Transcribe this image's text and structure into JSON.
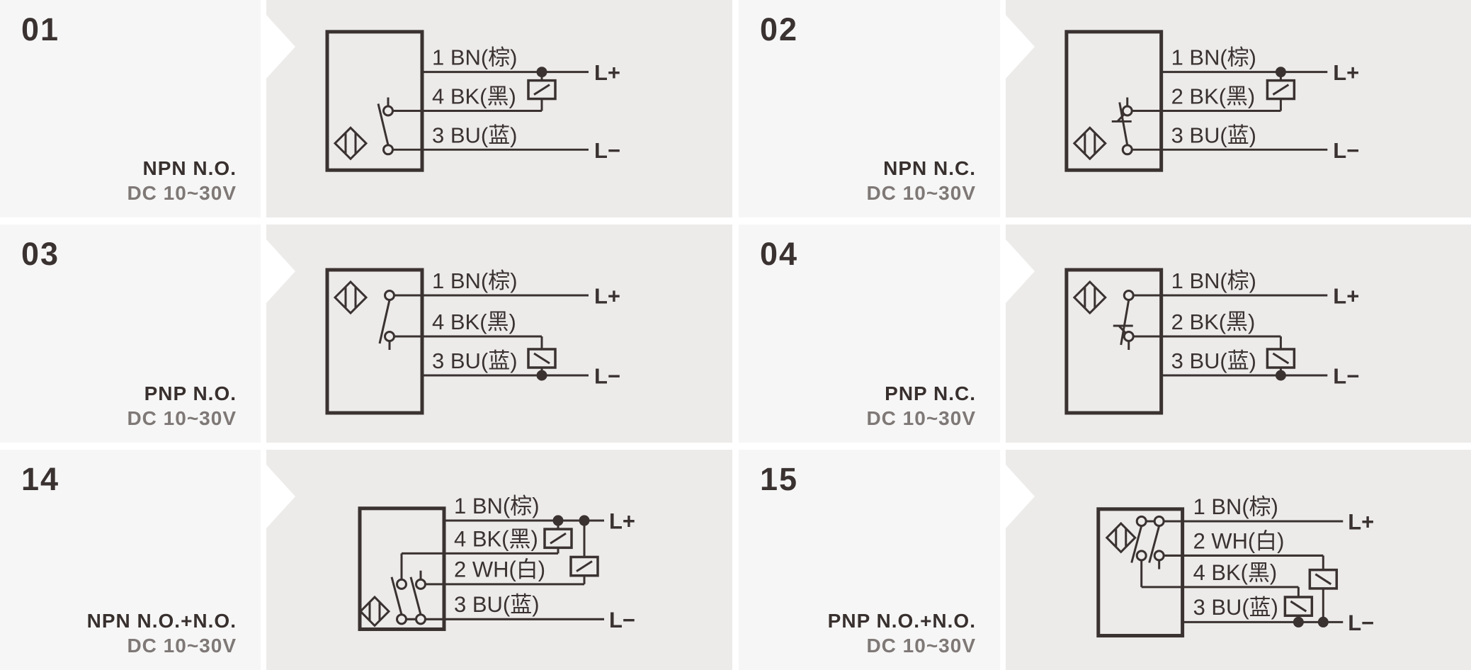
{
  "page": {
    "background": "#ffffff",
    "panel_white": "#f6f6f6",
    "panel_gray": "#ecebea",
    "ink": "#3a3231",
    "muted_text": "#7e7876"
  },
  "cells": [
    {
      "number": "01",
      "type_label": "NPN N.O.",
      "voltage_label": "DC 10~30V",
      "circuit_type": "npn-no",
      "wire_labels": [
        "1 BN(棕)",
        "4 BK(黑)",
        "3 BU(蓝)"
      ],
      "terminal_positive": "L+",
      "terminal_negative": "L−"
    },
    {
      "number": "02",
      "type_label": "NPN N.C.",
      "voltage_label": "DC 10~30V",
      "circuit_type": "npn-nc",
      "wire_labels": [
        "1 BN(棕)",
        "2 BK(黑)",
        "3 BU(蓝)"
      ],
      "terminal_positive": "L+",
      "terminal_negative": "L−"
    },
    {
      "number": "03",
      "type_label": "PNP N.O.",
      "voltage_label": "DC 10~30V",
      "circuit_type": "pnp-no",
      "wire_labels": [
        "1 BN(棕)",
        "4 BK(黑)",
        "3 BU(蓝)"
      ],
      "terminal_positive": "L+",
      "terminal_negative": "L−"
    },
    {
      "number": "04",
      "type_label": "PNP N.C.",
      "voltage_label": "DC 10~30V",
      "circuit_type": "pnp-nc",
      "wire_labels": [
        "1 BN(棕)",
        "2 BK(黑)",
        "3 BU(蓝)"
      ],
      "terminal_positive": "L+",
      "terminal_negative": "L−"
    },
    {
      "number": "14",
      "type_label": "NPN N.O.+N.O.",
      "voltage_label": "DC 10~30V",
      "circuit_type": "npn-dual",
      "wire_labels": [
        "1 BN(棕)",
        "4 BK(黑)",
        "2 WH(白)",
        "3 BU(蓝)"
      ],
      "terminal_positive": "L+",
      "terminal_negative": "L−"
    },
    {
      "number": "15",
      "type_label": "PNP N.O.+N.O.",
      "voltage_label": "DC 10~30V",
      "circuit_type": "pnp-dual",
      "wire_labels": [
        "1 BN(棕)",
        "2 WH(白)",
        "4 BK(黑)",
        "3 BU(蓝)"
      ],
      "terminal_positive": "L+",
      "terminal_negative": "L−"
    }
  ]
}
